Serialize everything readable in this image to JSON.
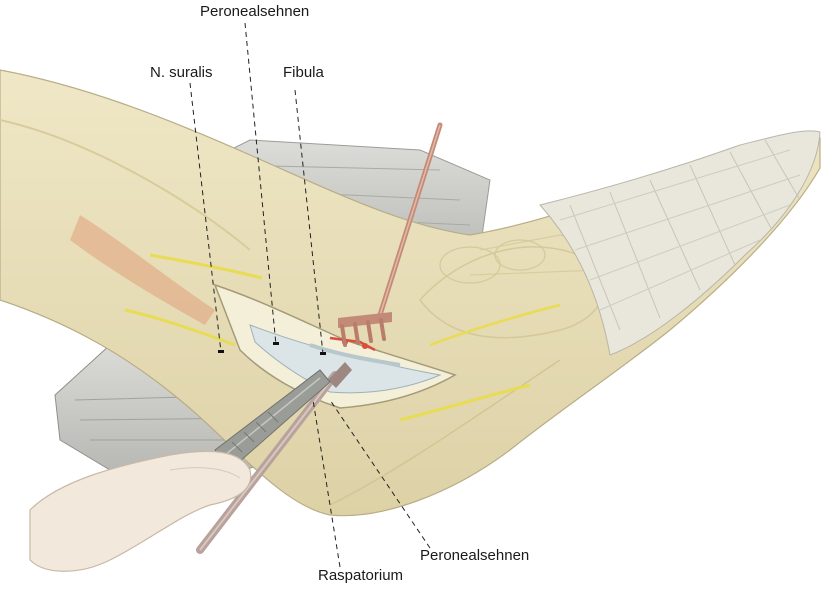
{
  "labels": {
    "peroneal_top": "Peronealsehnen",
    "n_suralis": "N. suralis",
    "fibula": "Fibula",
    "peroneal_bottom": "Peronealsehnen",
    "raspatorium": "Raspatorium"
  },
  "colors": {
    "skin": "#efe7c6",
    "skin_shadow": "#d9cda1",
    "drape": "#cfd0cc",
    "bandage": "#e9e7dc",
    "metal": "#b8a39c",
    "retractor": "#c48a78",
    "wound": "#f3efd8",
    "tendon": "#dbe5e8",
    "nerve": "#e7dc54",
    "blood": "#d8503c",
    "leader_line": "#222222"
  }
}
